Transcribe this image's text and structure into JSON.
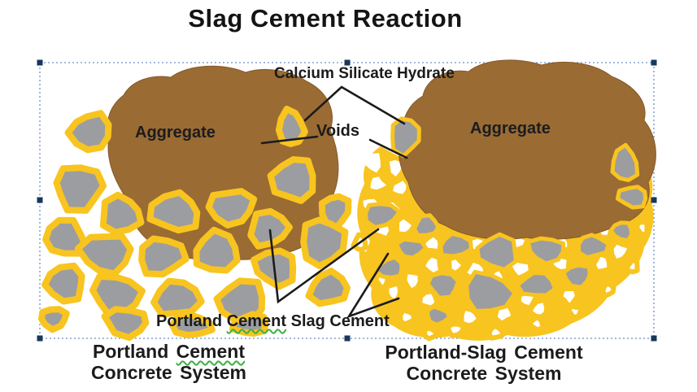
{
  "title": "Slag Cement Reaction",
  "annotations": {
    "calcium_silicate_hydrate": "Calcium Silicate Hydrate",
    "voids": "Voids",
    "portland": "Portland",
    "cement": "Cement",
    "slag_cement": "Slag Cement"
  },
  "left_system": {
    "aggregate": "Aggregate",
    "caption_portland": "Portland",
    "caption_cement": "Cement",
    "caption_line2": "Concrete System"
  },
  "right_system": {
    "aggregate": "Aggregate",
    "caption_line1": "Portland-Slag Cement",
    "caption_line2": "Concrete System"
  },
  "colors": {
    "aggregate_brown": "#9a6b33",
    "particle_gray": "#9c9da1",
    "hydrate_yellow": "#f8c41f",
    "label_text": "#1b1b1b",
    "selection_border_blue": "#6b8fc9",
    "selection_handle_navy": "#17375e",
    "spellcheck_green": "#3cb043"
  }
}
